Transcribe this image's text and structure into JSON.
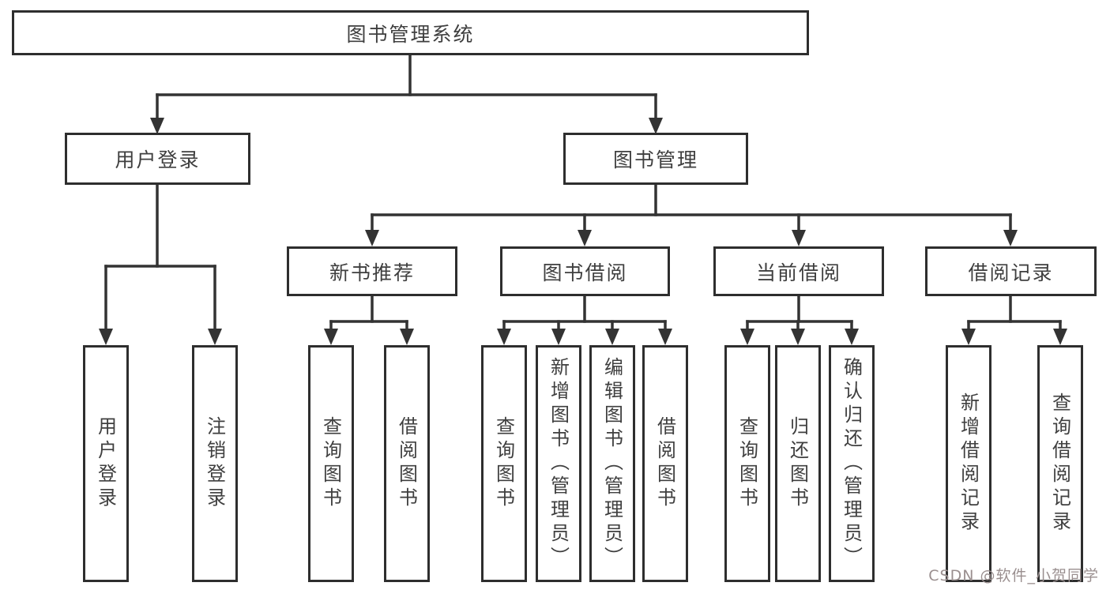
{
  "title": "图书管理系统",
  "branches": {
    "login": {
      "label": "用户登录",
      "children": [
        "用户登录",
        "注销登录"
      ]
    },
    "management": {
      "label": "图书管理",
      "sections": [
        {
          "label": "新书推荐",
          "children": [
            "查询图书",
            "借阅图书"
          ]
        },
        {
          "label": "图书借阅",
          "children": [
            "查询图书",
            "新增图书（管理员）",
            "编辑图书（管理员）",
            "借阅图书"
          ]
        },
        {
          "label": "当前借阅",
          "children": [
            "查询图书",
            "归还图书",
            "确认归还（管理员）"
          ]
        },
        {
          "label": "借阅记录",
          "children": [
            "新增借阅记录",
            "查询借阅记录"
          ]
        }
      ]
    }
  },
  "watermark": "CSDN @软件_小贺同学",
  "colors": {
    "line": "#333333",
    "box_border": "#2e2e2e",
    "text": "#3f3f3f",
    "watermark": "#9a8f8f",
    "background": "#ffffff"
  }
}
